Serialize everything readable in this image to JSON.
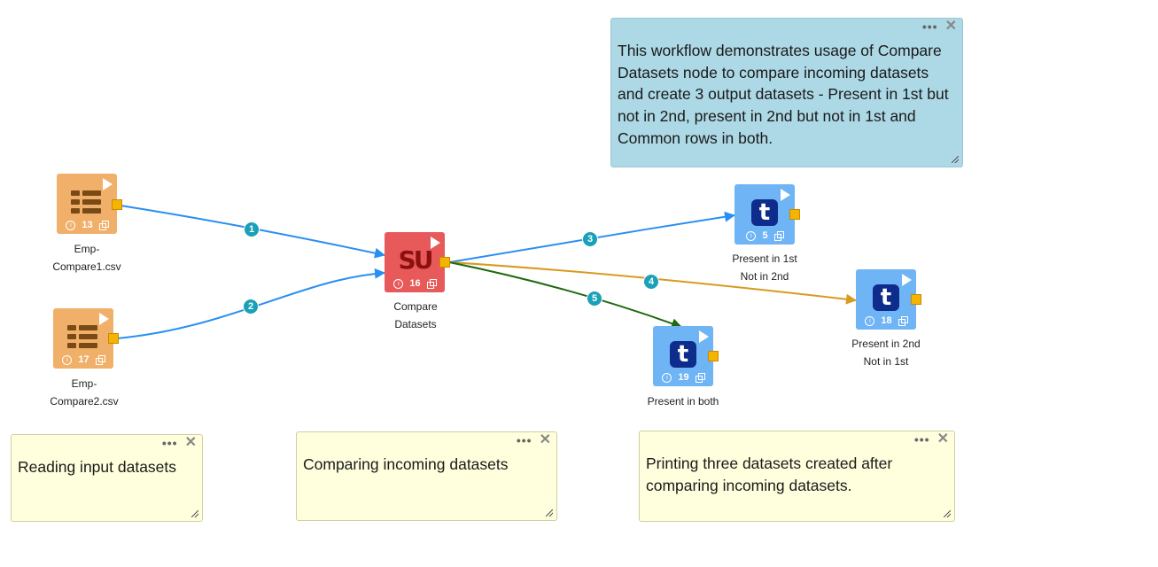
{
  "nodes": [
    {
      "id": "emp1",
      "type": "csv",
      "number": "13",
      "label_line1": "Emp-",
      "label_line2": "Compare1.csv"
    },
    {
      "id": "emp2",
      "type": "csv",
      "number": "17",
      "label_line1": "Emp-",
      "label_line2": "Compare2.csv"
    },
    {
      "id": "compare",
      "type": "compare",
      "number": "16",
      "label_line1": "Compare",
      "label_line2": "Datasets"
    },
    {
      "id": "out1",
      "type": "print",
      "number": "5",
      "label_line1": "Present in 1st",
      "label_line2": "Not in 2nd"
    },
    {
      "id": "out2",
      "type": "print",
      "number": "18",
      "label_line1": "Present in 2nd",
      "label_line2": "Not in 1st"
    },
    {
      "id": "out3",
      "type": "print",
      "number": "19",
      "label_line1": "Present in both",
      "label_line2": ""
    }
  ],
  "connections": [
    {
      "number": "1",
      "color": "#2a8ff0"
    },
    {
      "number": "2",
      "color": "#2a8ff0"
    },
    {
      "number": "3",
      "color": "#2a8ff0"
    },
    {
      "number": "4",
      "color": "#d89a20"
    },
    {
      "number": "5",
      "color": "#1f6a10"
    }
  ],
  "notes": {
    "description": "This workflow demonstrates usage of Compare Datasets node to compare incoming datasets and create 3 output datasets - Present in 1st but not in 2nd, present in 2nd but not in 1st and Common rows in both.",
    "reading": "Reading input datasets",
    "comparing": "Comparing incoming datasets",
    "printing": "Printing three datasets created after comparing incoming datasets."
  },
  "icons": {
    "play": "play-icon",
    "info": "info-icon",
    "copy": "copy-icon",
    "menu": "more-icon",
    "close": "close-icon",
    "resize": "resize-handle-icon"
  },
  "colors": {
    "csv_node": "#f0b06a",
    "compare_node": "#e85a5a",
    "print_node": "#6fb4f5",
    "note_yellow": "#ffffdd",
    "note_blue": "#add8e6",
    "port": "#f5b400"
  },
  "glyphs": {
    "info": "i",
    "close": "✕",
    "dots": "•••",
    "t": "t",
    "su": "SU"
  }
}
